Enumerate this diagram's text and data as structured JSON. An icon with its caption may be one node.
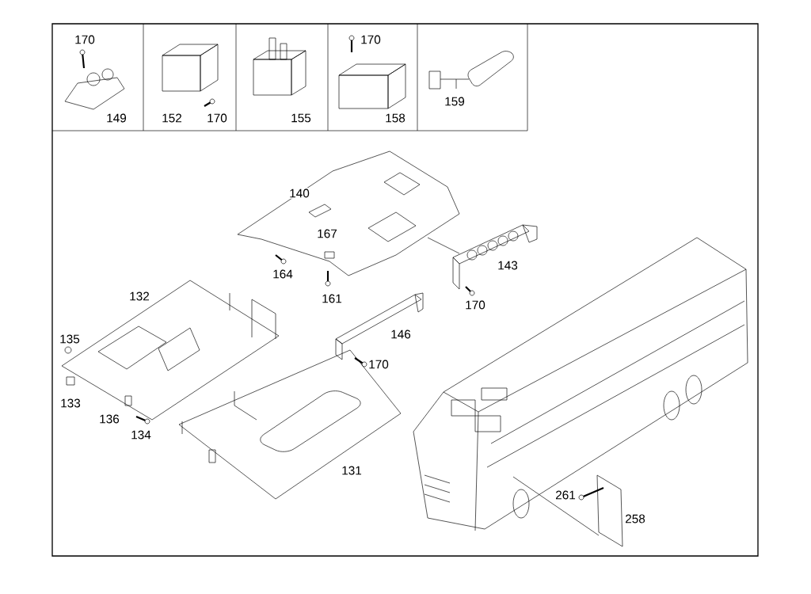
{
  "diagram": {
    "labels": [
      "170",
      "149",
      "152",
      "170",
      "155",
      "170",
      "158",
      "159",
      "140",
      "167",
      "164",
      "143",
      "161",
      "170",
      "132",
      "146",
      "135",
      "170",
      "133",
      "136",
      "134",
      "131",
      "261",
      "258"
    ]
  }
}
